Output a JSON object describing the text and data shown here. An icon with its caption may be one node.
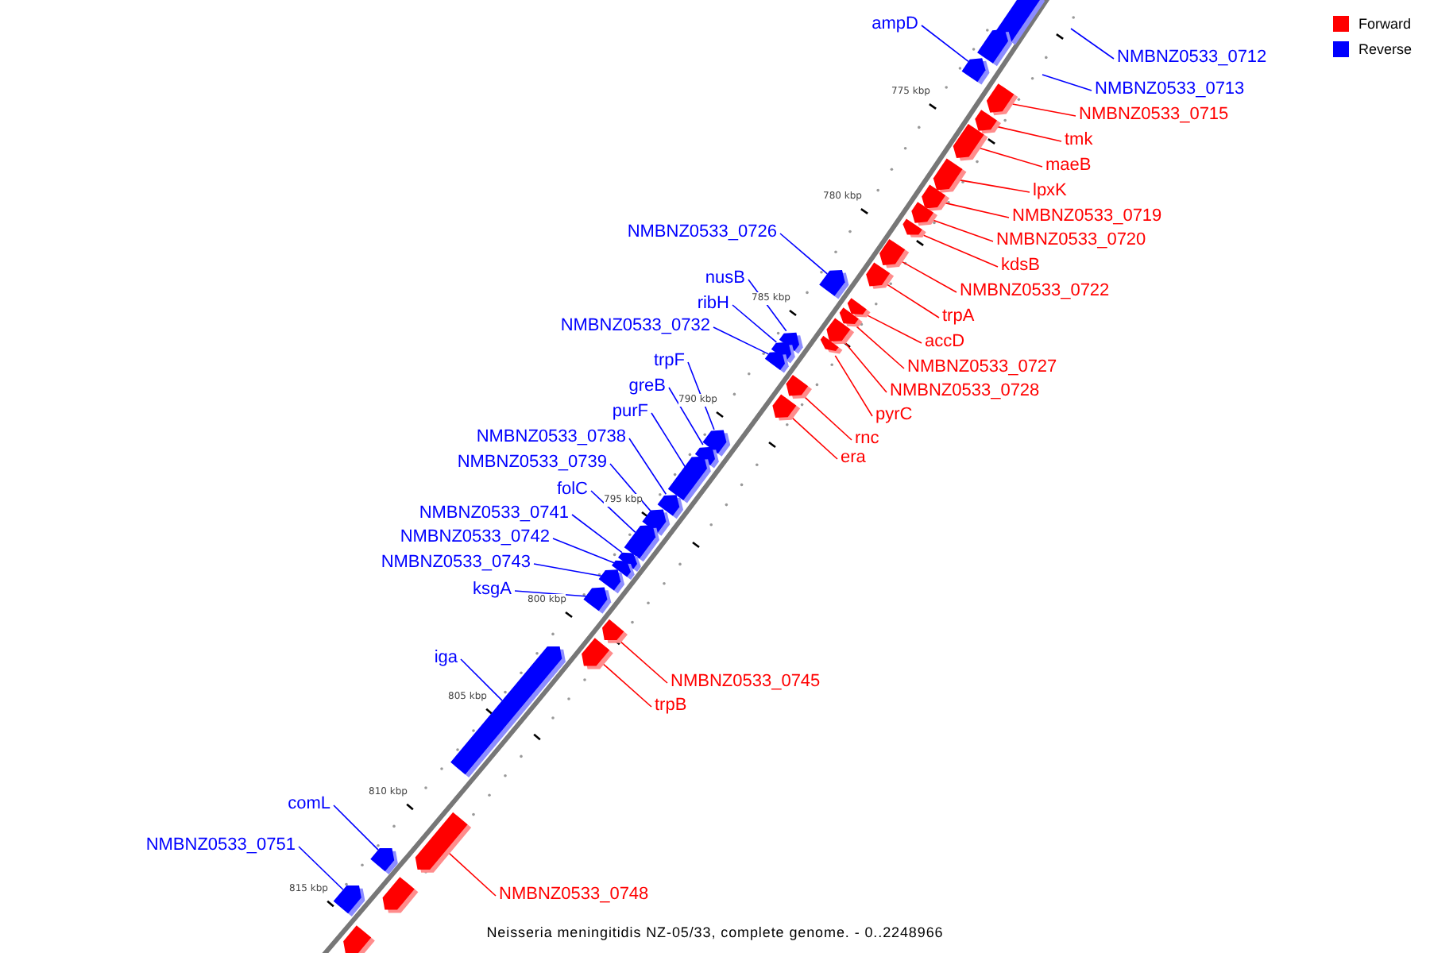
{
  "diagram": {
    "caption": "Neisseria meningitidis NZ-05/33, complete genome. - 0..2248966",
    "nodes": [
      {
        "text": [
          "ampD"
        ]
      },
      {
        "text": [],
        "shape": "bar"
      },
      {
        "text": [
          "NMBNZ0533_0712"
        ]
      },
      {
        "text": [
          "NMBNZ0533_0713"
        ]
      },
      {
        "text": [
          "NMBNZ0533_0715"
        ]
      },
      {
        "text": [],
        "shape": "bar"
      },
      {
        "text": [
          "tmk"
        ]
      },
      {
        "text": [],
        "shape": "bar"
      },
      {
        "text": [
          "maeB"
        ]
      },
      {
        "text": [],
        "shape": "bar"
      },
      {
        "text": [
          "lpxK"
        ]
      },
      {
        "text": [],
        "shape": "bar"
      },
      {
        "text": [
          "NMBNZ0533_0719"
        ]
      },
      {
        "text": [],
        "shape": "bar"
      },
      {
        "text": [
          "NMBNZ0533_0720"
        ]
      },
      {
        "text": [],
        "shape": "bar"
      },
      {
        "text": [
          "kdsB"
        ]
      },
      {
        "text": [],
        "shape": "bar"
      },
      {
        "text": [
          "NMBNZ0533_0722"
        ]
      },
      {
        "text": [],
        "shape": "bar"
      },
      {
        "text": [
          "trpA"
        ]
      },
      {
        "text": [],
        "shape": "bar"
      },
      {
        "text": [
          "accD"
        ]
      },
      {
        "text": [],
        "shape": "bar"
      },
      {
        "text": [
          "NMBNZ0533_0727"
        ]
      },
      {
        "text": [],
        "shape": "bar"
      },
      {
        "text": [
          "NMBNZ0533_0728"
        ]
      },
      {
        "text": [],
        "shape": "bar"
      },
      {
        "text": [
          "pyrC"
        ]
      },
      {
        "text": [],
        "shape": "bar"
      },
      {
        "text": [
          "NMBNZ0533_0726"
        ]
      },
      {
        "text": [],
        "shape": "bar"
      },
      {
        "text": [
          "nusB"
        ]
      },
      {
        "text": [],
        "shape": "bar"
      },
      {
        "text": [
          "ribH"
        ]
      },
      {
        "text": [],
        "shape": "bar"
      },
      {
        "text": [
          "NMBNZ0533_0732"
        ]
      },
      {
        "text": [],
        "shape": "bar"
      },
      {
        "text": [
          "rnc"
        ]
      },
      {
        "text": [],
        "shape": "bar"
      },
      {
        "text": [
          "era"
        ]
      },
      {
        "text": [],
        "shape": "bar"
      },
      {
        "text": [
          "trpF"
        ]
      },
      {
        "text": [],
        "shape": "bar"
      },
      {
        "text": [
          "greB"
        ]
      },
      {
        "text": [],
        "shape": "bar"
      },
      {
        "text": [
          "purF"
        ]
      },
      {
        "text": [],
        "shape": "bar"
      },
      {
        "text": [
          "NMBNZ0533_0738"
        ]
      },
      {
        "text": [],
        "shape": "bar"
      },
      {
        "text": [
          "NMBNZ0533_0739"
        ]
      },
      {
        "text": [],
        "shape": "bar"
      },
      {
        "text": [
          "folC"
        ]
      },
      {
        "text": [],
        "shape": "bar"
      },
      {
        "text": [
          "NMBNZ0533_0741"
        ]
      },
      {
        "text": [],
        "shape": "bar"
      },
      {
        "text": [
          "NMBNZ0533_0742"
        ]
      },
      {
        "text": [],
        "shape": "bar"
      },
      {
        "text": [
          "NMBNZ0533_0743"
        ]
      },
      {
        "text": [],
        "shape": "bar"
      },
      {
        "text": [
          "ksgA"
        ]
      },
      {
        "text": [],
        "shape": "bar"
      },
      {
        "text": [
          "NMBNZ0533_0745"
        ]
      },
      {
        "text": [],
        "shape": "bar"
      },
      {
        "text": [
          "iga"
        ]
      },
      {
        "text": [],
        "shape": "bar"
      },
      {
        "text": [
          "trpB"
        ]
      },
      {
        "text": [],
        "shape": "bar"
      },
      {
        "text": [
          "comL"
        ]
      },
      {
        "text": [],
        "shape": "bar"
      },
      {
        "text": [
          "NMBNZ0533_0751"
        ]
      },
      {
        "text": [],
        "shape": "bar"
      },
      {
        "text": [
          "NMBNZ0533_0748"
        ]
      },
      {
        "text": [],
        "shape": "bar"
      },
      {
        "text": [],
        "shape": "bar"
      },
      {
        "text": [],
        "shape": "bar"
      },
      {
        "text": [],
        "shape": "bar"
      },
      {
        "text": [],
        "shape": "bar"
      }
    ],
    "edges": [
      {
        "from": 0,
        "to": 1,
        "arrow": "none",
        "color": "#0000ff"
      },
      {
        "from": 2,
        "to": null,
        "arrow": "none",
        "color": "#0000ff"
      },
      {
        "from": 3,
        "to": null,
        "arrow": "none",
        "color": "#0000ff"
      },
      {
        "from": 4,
        "to": 5,
        "arrow": "none",
        "color": "#ff0000"
      },
      {
        "from": 6,
        "to": 7,
        "arrow": "none",
        "color": "#ff0000"
      },
      {
        "from": 8,
        "to": 9,
        "arrow": "none",
        "color": "#ff0000"
      },
      {
        "from": 10,
        "to": 11,
        "arrow": "none",
        "color": "#ff0000"
      },
      {
        "from": 12,
        "to": 13,
        "arrow": "none",
        "color": "#ff0000"
      },
      {
        "from": 14,
        "to": 15,
        "arrow": "none",
        "color": "#ff0000"
      },
      {
        "from": 16,
        "to": 17,
        "arrow": "none",
        "color": "#ff0000"
      },
      {
        "from": 18,
        "to": 19,
        "arrow": "none",
        "color": "#ff0000"
      },
      {
        "from": 20,
        "to": 21,
        "arrow": "none",
        "color": "#ff0000"
      },
      {
        "from": 22,
        "to": 23,
        "arrow": "none",
        "color": "#ff0000"
      },
      {
        "from": 24,
        "to": 25,
        "arrow": "none",
        "color": "#ff0000"
      },
      {
        "from": 26,
        "to": 27,
        "arrow": "none",
        "color": "#ff0000"
      },
      {
        "from": 28,
        "to": 29,
        "arrow": "none",
        "color": "#ff0000"
      },
      {
        "from": 30,
        "to": 31,
        "arrow": "none",
        "color": "#0000ff"
      },
      {
        "from": 32,
        "to": 33,
        "arrow": "none",
        "color": "#0000ff"
      },
      {
        "from": 34,
        "to": 35,
        "arrow": "none",
        "color": "#0000ff"
      },
      {
        "from": 36,
        "to": 37,
        "arrow": "none",
        "color": "#0000ff"
      },
      {
        "from": 38,
        "to": 39,
        "arrow": "none",
        "color": "#ff0000"
      },
      {
        "from": 40,
        "to": 41,
        "arrow": "none",
        "color": "#ff0000"
      },
      {
        "from": 42,
        "to": 43,
        "arrow": "none",
        "color": "#0000ff"
      },
      {
        "from": 44,
        "to": 45,
        "arrow": "none",
        "color": "#0000ff"
      },
      {
        "from": 46,
        "to": 47,
        "arrow": "none",
        "color": "#0000ff"
      },
      {
        "from": 48,
        "to": 49,
        "arrow": "none",
        "color": "#0000ff"
      },
      {
        "from": 50,
        "to": 51,
        "arrow": "none",
        "color": "#0000ff"
      },
      {
        "from": 52,
        "to": 53,
        "arrow": "none",
        "color": "#0000ff"
      },
      {
        "from": 54,
        "to": 55,
        "arrow": "none",
        "color": "#0000ff"
      },
      {
        "from": 56,
        "to": 57,
        "arrow": "none",
        "color": "#0000ff"
      },
      {
        "from": 58,
        "to": 59,
        "arrow": "none",
        "color": "#0000ff"
      },
      {
        "from": 60,
        "to": 61,
        "arrow": "none",
        "color": "#0000ff"
      },
      {
        "from": 62,
        "to": 63,
        "arrow": "none",
        "color": "#ff0000"
      },
      {
        "from": 64,
        "to": 65,
        "arrow": "none",
        "color": "#0000ff"
      },
      {
        "from": 66,
        "to": 67,
        "arrow": "none",
        "color": "#ff0000"
      },
      {
        "from": 68,
        "to": 69,
        "arrow": "none",
        "color": "#0000ff"
      },
      {
        "from": 70,
        "to": 71,
        "arrow": "none",
        "color": "#0000ff"
      },
      {
        "from": 72,
        "to": 73,
        "arrow": "none",
        "color": "#ff0000"
      }
    ],
    "labels": [
      "775 kbp",
      "780 kbp",
      "785 kbp",
      "790 kbp",
      "795 kbp",
      "800 kbp",
      "805 kbp",
      "810 kbp",
      "815 kbp"
    ],
    "legend": [
      {
        "text": "Forward",
        "color": "#ff0000"
      },
      {
        "text": "Reverse",
        "color": "#0000ff"
      }
    ]
  }
}
